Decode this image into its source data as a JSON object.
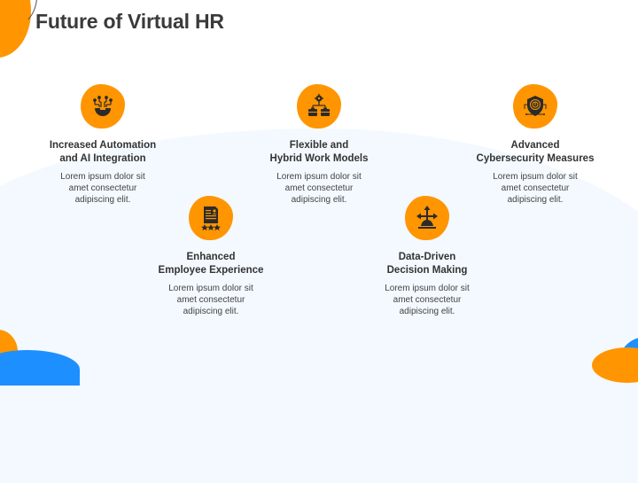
{
  "slide": {
    "title": "Future of Virtual HR",
    "accent_color": "#ff9500",
    "secondary_color": "#1e8fff",
    "items": [
      {
        "icon": "automation-gear-icon",
        "title_line1": "Increased Automation",
        "title_line2": "and AI Integration",
        "desc_line1": "Lorem ipsum dolor sit",
        "desc_line2": "amet consectetur",
        "desc_line3": "adipiscing elit."
      },
      {
        "icon": "hybrid-work-icon",
        "title_line1": "Flexible and",
        "title_line2": "Hybrid Work Models",
        "desc_line1": "Lorem ipsum dolor sit",
        "desc_line2": "amet consectetur",
        "desc_line3": "adipiscing elit."
      },
      {
        "icon": "cybersecurity-shield-icon",
        "title_line1": "Advanced",
        "title_line2": "Cybersecurity Measures",
        "desc_line1": "Lorem ipsum dolor sit",
        "desc_line2": "amet consectetur",
        "desc_line3": "adipiscing elit."
      },
      {
        "icon": "employee-profile-icon",
        "title_line1": "Enhanced",
        "title_line2": "Employee Experience",
        "desc_line1": "Lorem ipsum dolor sit",
        "desc_line2": "amet consectetur",
        "desc_line3": "adipiscing elit."
      },
      {
        "icon": "decision-arrows-icon",
        "title_line1": "Data-Driven",
        "title_line2": "Decision Making",
        "desc_line1": "Lorem ipsum dolor sit",
        "desc_line2": "amet consectetur",
        "desc_line3": "adipiscing elit."
      }
    ]
  }
}
